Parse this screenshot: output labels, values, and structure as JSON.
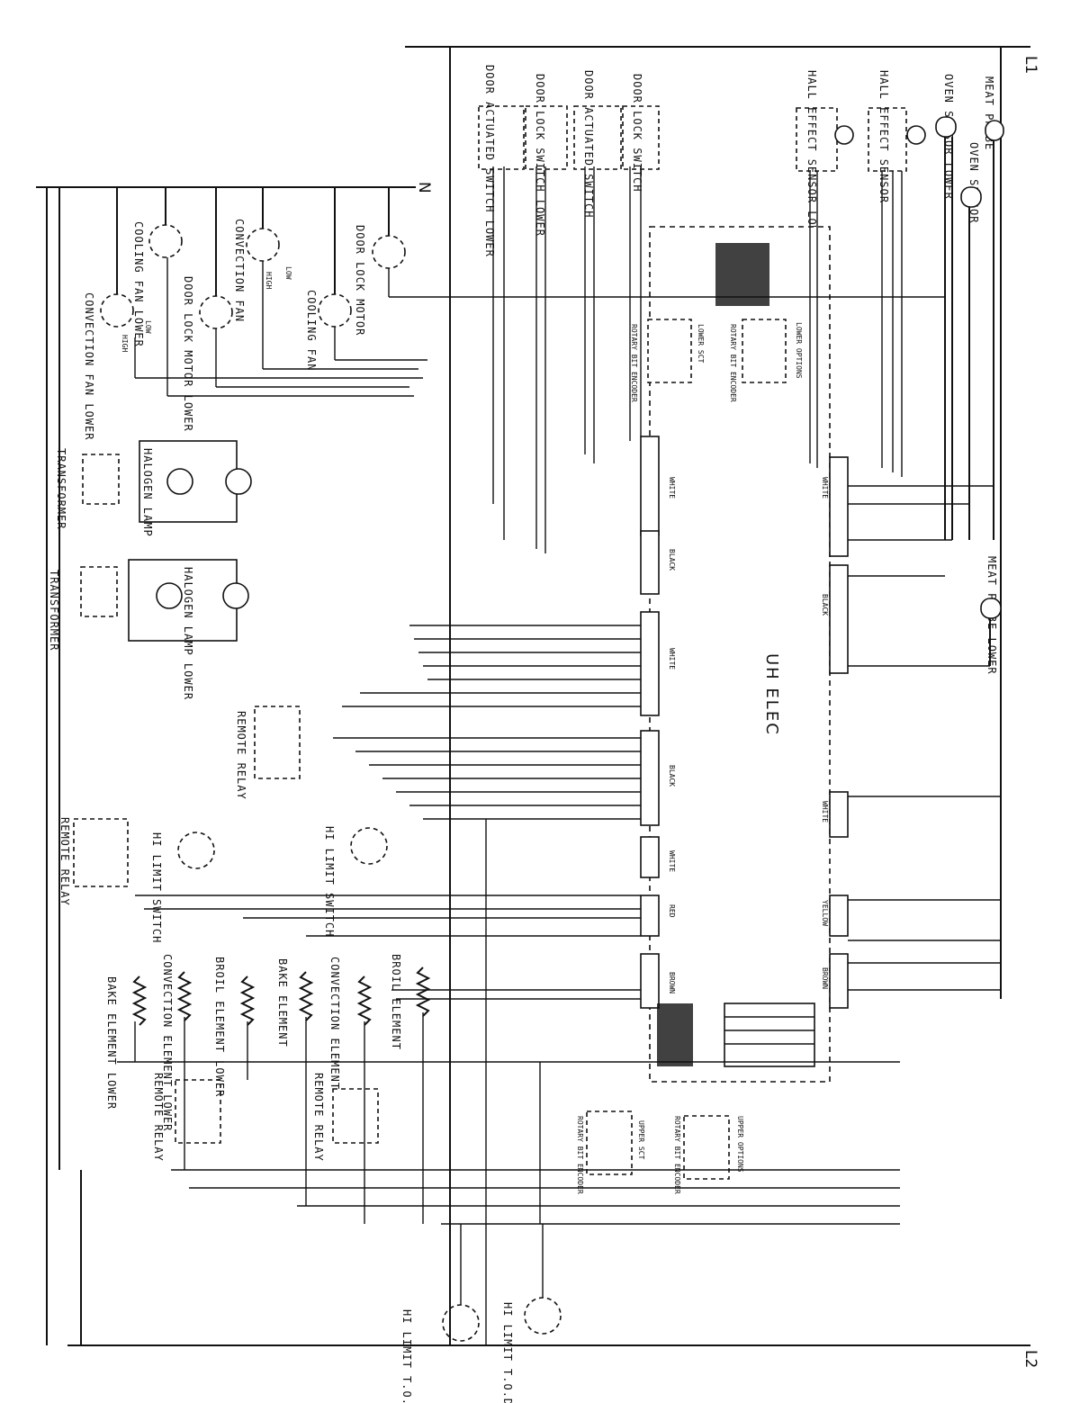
{
  "rails": {
    "l1": "L1",
    "l2": "L2",
    "n": "N"
  },
  "control": {
    "title": "UH ELEC"
  },
  "labels": {
    "door_actuated_switch_lower": "DOOR ACTUATED SWITCH LOWER",
    "door_lock_switch_lower": "DOOR LOCK SWITCH LOWER",
    "door_actuated_switch": "DOOR ACTUATED SWITCH",
    "door_lock_switch": "DOOR LOCK SWITCH",
    "hall_effect_sensor_lower": "HALL EFFECT SENSOR LOWER",
    "hall_effect_sensor": "HALL EFFECT SENSOR",
    "oven_sensor_lower": "OVEN SENSOR LOWER",
    "meat_probe": "MEAT PROBE",
    "oven_sensor": "OVEN SENSOR",
    "meat_probe_lower": "MEAT PROBE LOWER",
    "cooling_fan_lower": "COOLING FAN LOWER",
    "door_lock_motor_lower": "DOOR LOCK MOTOR LOWER",
    "convection_fan": "CONVECTION FAN",
    "cooling_fan": "COOLING FAN",
    "door_lock_motor": "DOOR LOCK MOTOR",
    "convection_fan_lower": "CONVECTION FAN LOWER",
    "halogen_lamp": "HALOGEN LAMP",
    "halogen_lamp_lower": "HALOGEN LAMP LOWER",
    "transformer_1": "TRANSFORMER",
    "transformer_2": "TRANSFORMER",
    "remote_relay_1": "REMOTE RELAY",
    "remote_relay_2": "REMOTE RELAY",
    "remote_relay_3": "REMOTE RELAY",
    "remote_relay_4": "REMOTE RELAY",
    "hi_limit_switch_1": "HI LIMIT SWITCH",
    "hi_limit_switch_2": "HI LIMIT SWITCH",
    "bake_element_lower": "BAKE ELEMENT LOWER",
    "convection_element_lower": "CONVECTION ELEMENT LOWER",
    "broil_element_lower": "BROIL ELEMENT LOWER",
    "bake_element": "BAKE ELEMENT",
    "convection_element": "CONVECTION ELEMENT",
    "broil_element": "BROIL ELEMENT",
    "hi_limit_tod_lower": "HI LIMIT T.O.D. LOWER",
    "hi_limit_tod": "HI LIMIT T.O.D.",
    "lower_options": "LOWER OPTIONS",
    "lower_sct": "LOWER SCT",
    "rotary_bit_encoder_1": "ROTARY BIT ENCODER",
    "rotary_bit_encoder_2": "ROTARY BIT ENCODER",
    "upper_options": "UPPER OPTIONS",
    "upper_sct": "UPPER SCT",
    "rotary_bit_encoder_3": "ROTARY BIT ENCODER",
    "rotary_bit_encoder_4": "ROTARY BIT ENCODER",
    "low_1": "LOW",
    "high_1": "HIGH",
    "low_2": "LOW",
    "high_2": "HIGH"
  },
  "connectors": {
    "white": "WHITE",
    "black": "BLACK",
    "red": "RED",
    "yellow": "YELLOW",
    "brown": "BROWN"
  }
}
